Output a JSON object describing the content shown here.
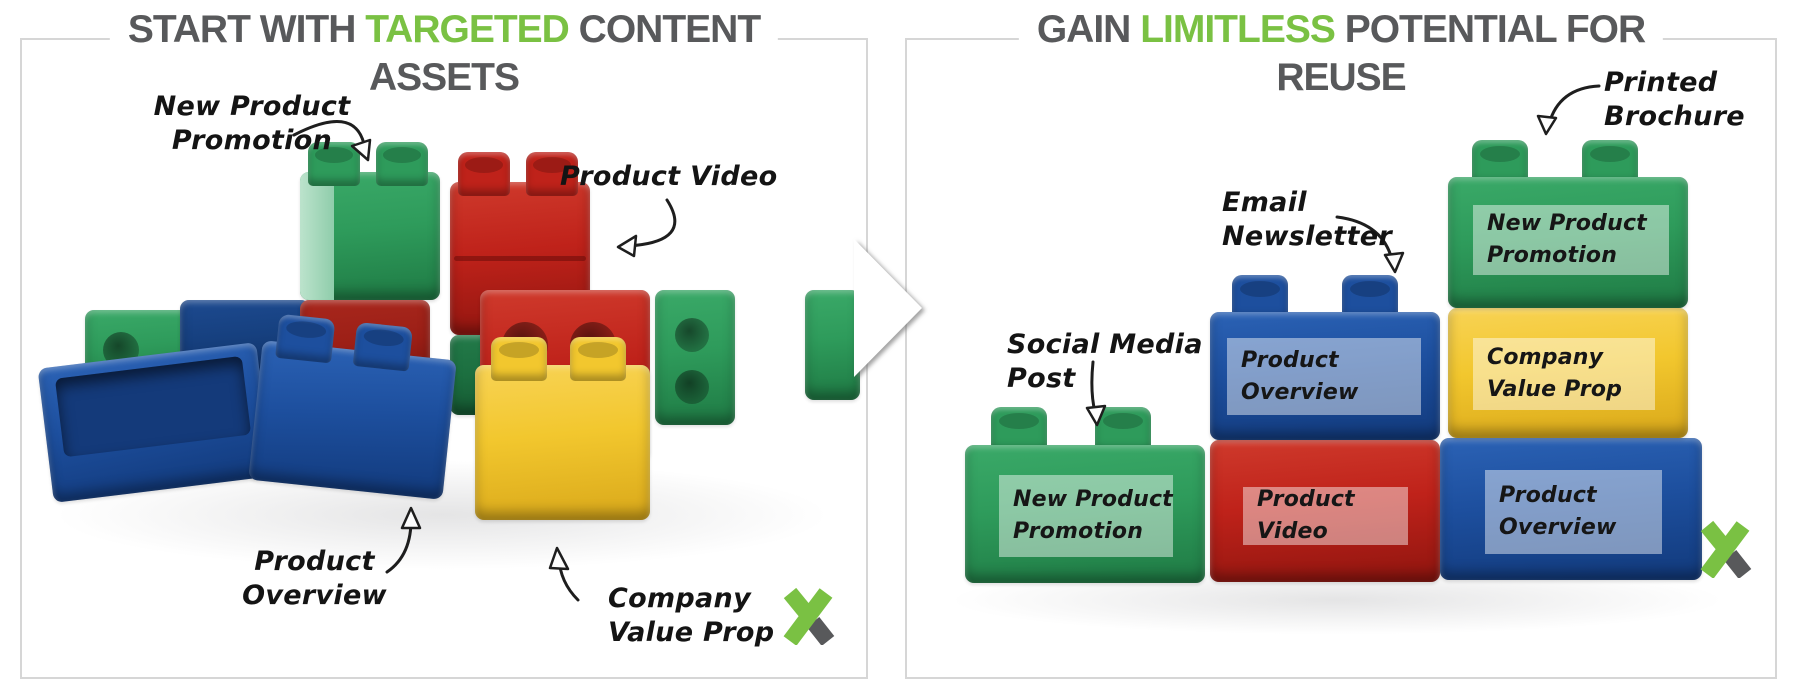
{
  "colors": {
    "accent_green": "#7ac143",
    "title_gray": "#58595b",
    "panel_border": "#d6d6d6",
    "brick_green": "#2e9b5b",
    "brick_red": "#bf221a",
    "brick_blue": "#1d4f9e",
    "brick_yellow": "#f2c72e",
    "annotation_ink": "#141414"
  },
  "left_panel": {
    "title": {
      "l1a": "START WITH ",
      "l1b": "TARGETED",
      "l1c": " CONTENT",
      "l2": "ASSETS"
    },
    "annotations": {
      "new_product_promotion": {
        "lines": [
          "New Product",
          "Promotion"
        ]
      },
      "product_video": {
        "lines": [
          "Product Video"
        ]
      },
      "product_overview": {
        "lines": [
          "Product",
          "Overview"
        ]
      },
      "company_value_prop": {
        "lines": [
          "Company",
          "Value Prop"
        ]
      }
    },
    "logo": "x-logo"
  },
  "right_panel": {
    "title": {
      "l1a": "GAIN ",
      "l1b": "LIMITLESS",
      "l1c": " POTENTIAL FOR",
      "l2": "REUSE"
    },
    "annotations": {
      "social_media_post": {
        "lines": [
          "Social Media",
          "Post"
        ]
      },
      "email_newsletter": {
        "lines": [
          "Email",
          "Newsletter"
        ]
      },
      "printed_brochure": {
        "lines": [
          "Printed",
          "Brochure"
        ]
      }
    },
    "bricks": [
      {
        "id": "green-bottom-left",
        "color": "green",
        "label_lines": [
          "New Product",
          "Promotion"
        ]
      },
      {
        "id": "red-bottom-middle",
        "color": "red",
        "label_lines": [
          "Product Video"
        ]
      },
      {
        "id": "blue-bottom-right",
        "color": "blue",
        "label_lines": [
          "Product",
          "Overview"
        ]
      },
      {
        "id": "blue-middle",
        "color": "blue",
        "label_lines": [
          "Product",
          "Overview"
        ]
      },
      {
        "id": "yellow-middle",
        "color": "yellow",
        "label_lines": [
          "Company",
          "Value Prop"
        ]
      },
      {
        "id": "green-top",
        "color": "green",
        "label_lines": [
          "New Product",
          "Promotion"
        ]
      }
    ],
    "logo": "x-logo"
  }
}
